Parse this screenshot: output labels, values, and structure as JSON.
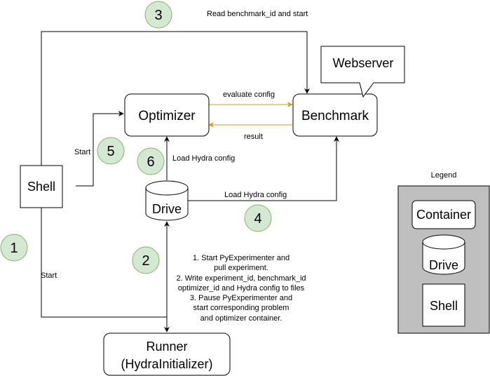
{
  "colors": {
    "line": "#000000",
    "config_arrow": "#c8a11a",
    "step_fill": "#d5e8d4",
    "step_stroke": "#82b366",
    "legend_fill": "#bfbfbf"
  },
  "nodes": {
    "optimizer": "Optimizer",
    "benchmark": "Benchmark",
    "webserver": "Webserver",
    "shell": "Shell",
    "drive": "Drive",
    "runner_line1": "Runner",
    "runner_line2": "(HydraInitializer)"
  },
  "edges": {
    "read_benchmark": "Read benchmark_id and start",
    "evaluate_config": "evaluate config",
    "result": "result",
    "start_optimizer": "Start",
    "start_runner": "Start",
    "load_hydra_optimizer": "Load Hydra config",
    "load_hydra_benchmark": "Load Hydra config"
  },
  "runner_steps": [
    "1. Start PyExperimenter and",
    "pull experiment.",
    "2. Write experiment_id, benchmark_id",
    "optimizer_id and Hydra config to files",
    "3. Pause PyExperimenter and",
    "start corresponding problem",
    "and optimizer container."
  ],
  "steps": [
    "1",
    "2",
    "3",
    "4",
    "5",
    "6"
  ],
  "legend": {
    "title": "Legend",
    "container": "Container",
    "drive": "Drive",
    "shell": "Shell"
  }
}
